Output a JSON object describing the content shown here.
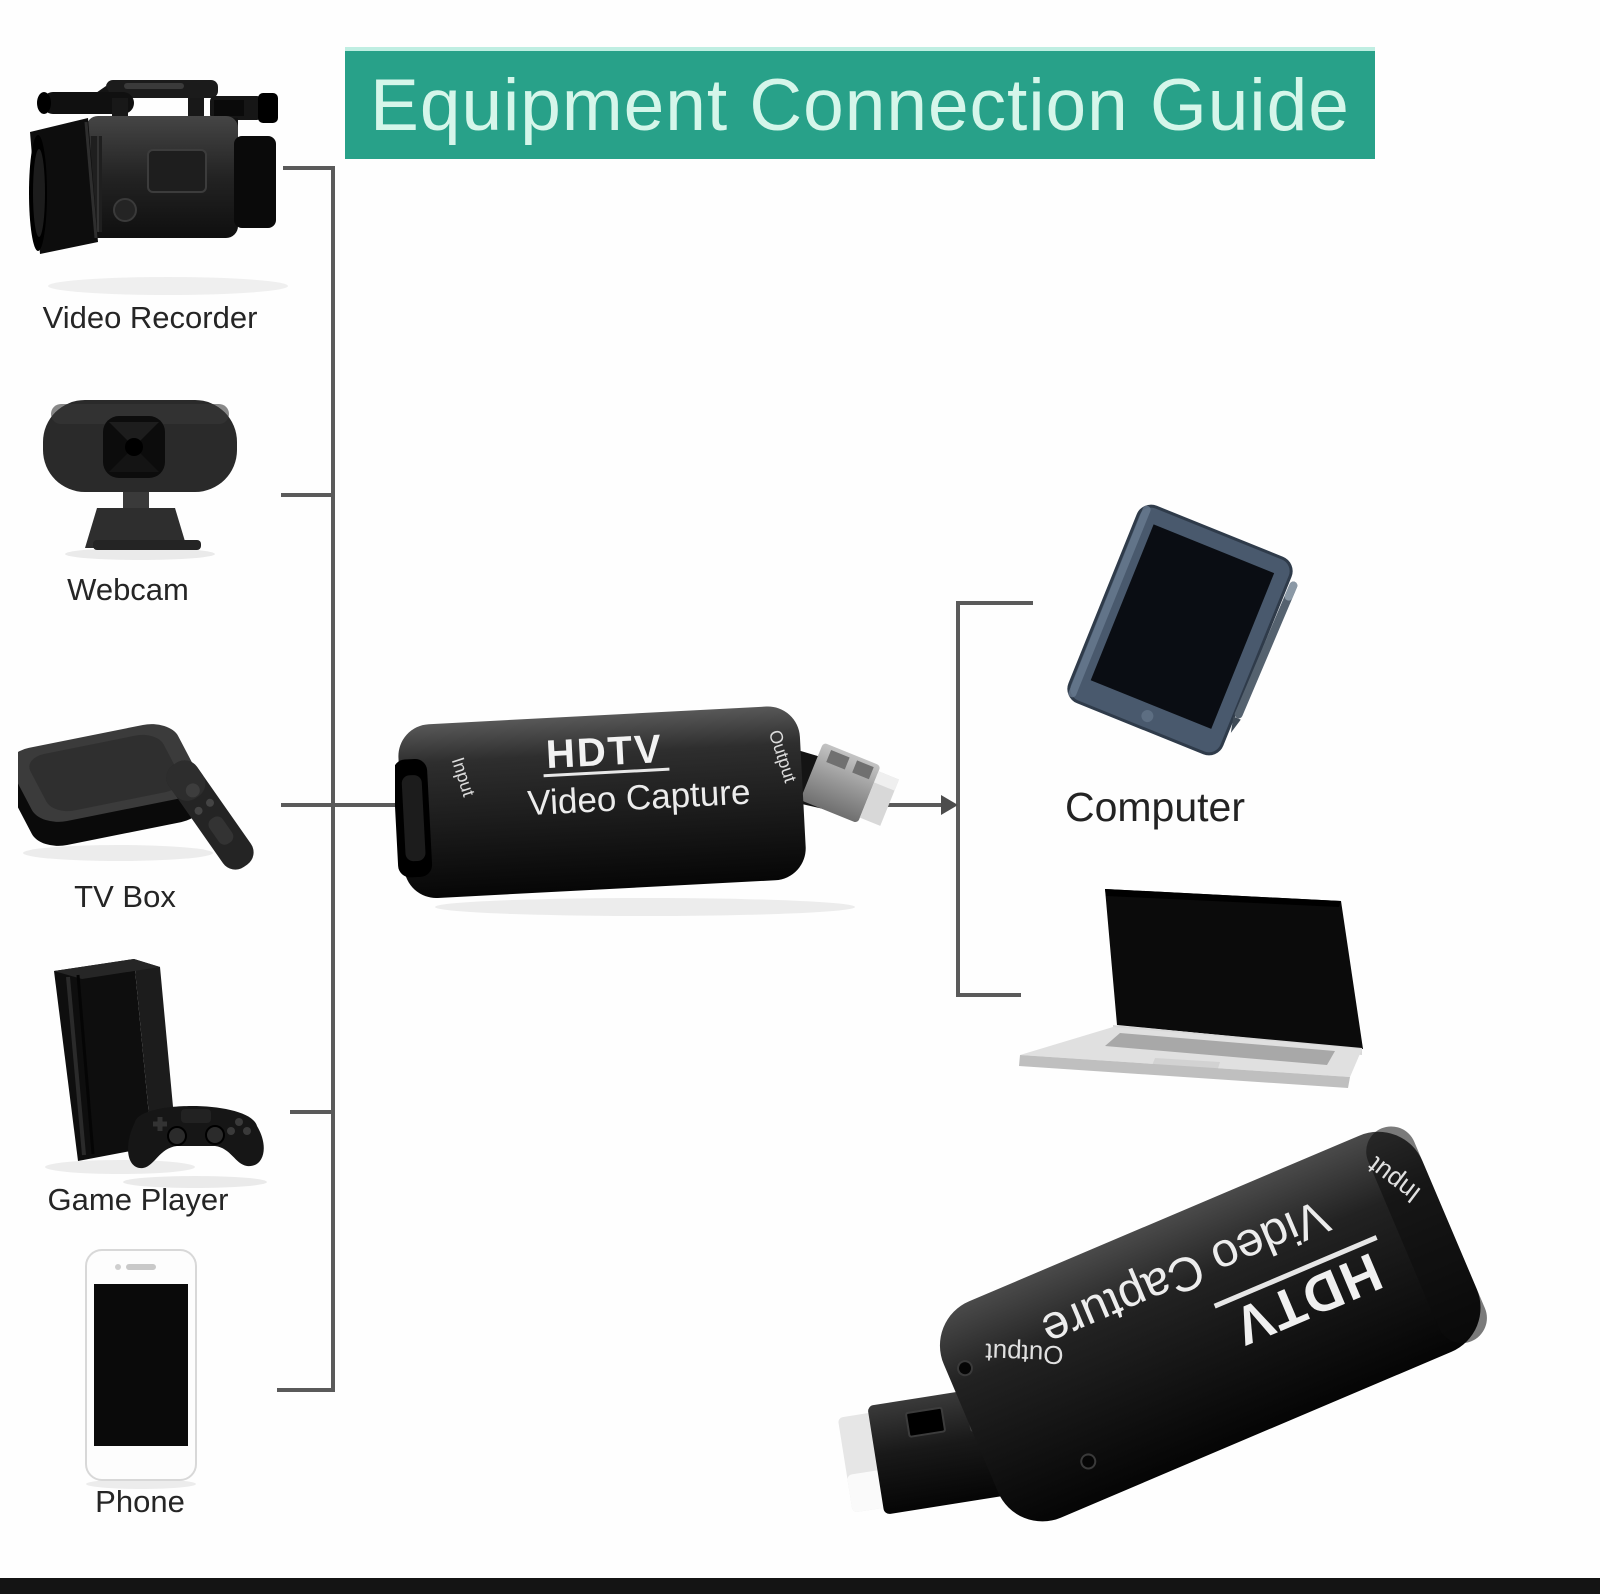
{
  "banner": {
    "text": "Equipment Connection Guide"
  },
  "device": {
    "brand": "HDTV",
    "name": "Video Capture",
    "input_label": "Input",
    "output_label": "Output"
  },
  "sources": [
    {
      "label": "Video Recorder"
    },
    {
      "label": "Webcam"
    },
    {
      "label": "TV Box"
    },
    {
      "label": "Game Player"
    },
    {
      "label": "Phone"
    }
  ],
  "destination": {
    "label": "Computer"
  },
  "colors": {
    "banner_bg": "#28a189",
    "banner_fg": "#d5f6ea",
    "line": "#5a5a5a",
    "label_fg": "#252525",
    "device_body": "#1b1b1b",
    "device_text": "#f2f2f2"
  }
}
